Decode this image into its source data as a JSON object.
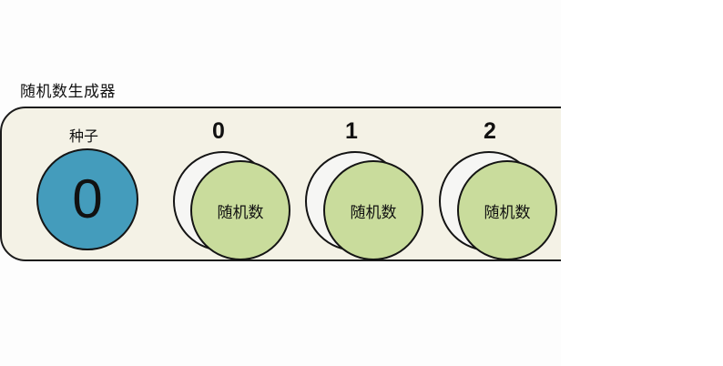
{
  "diagram": {
    "title": "随机数生成器",
    "seed": {
      "label": "种子",
      "value": "0"
    },
    "outputs": [
      {
        "index": "0",
        "label": "随机数"
      },
      {
        "index": "1",
        "label": "随机数"
      },
      {
        "index": "2",
        "label": "随机数"
      }
    ]
  },
  "colors": {
    "panel_fill": "#f4f2e6",
    "seed_fill": "#449cbc",
    "number_fill": "#c9dc9c",
    "outline": "#141414"
  }
}
